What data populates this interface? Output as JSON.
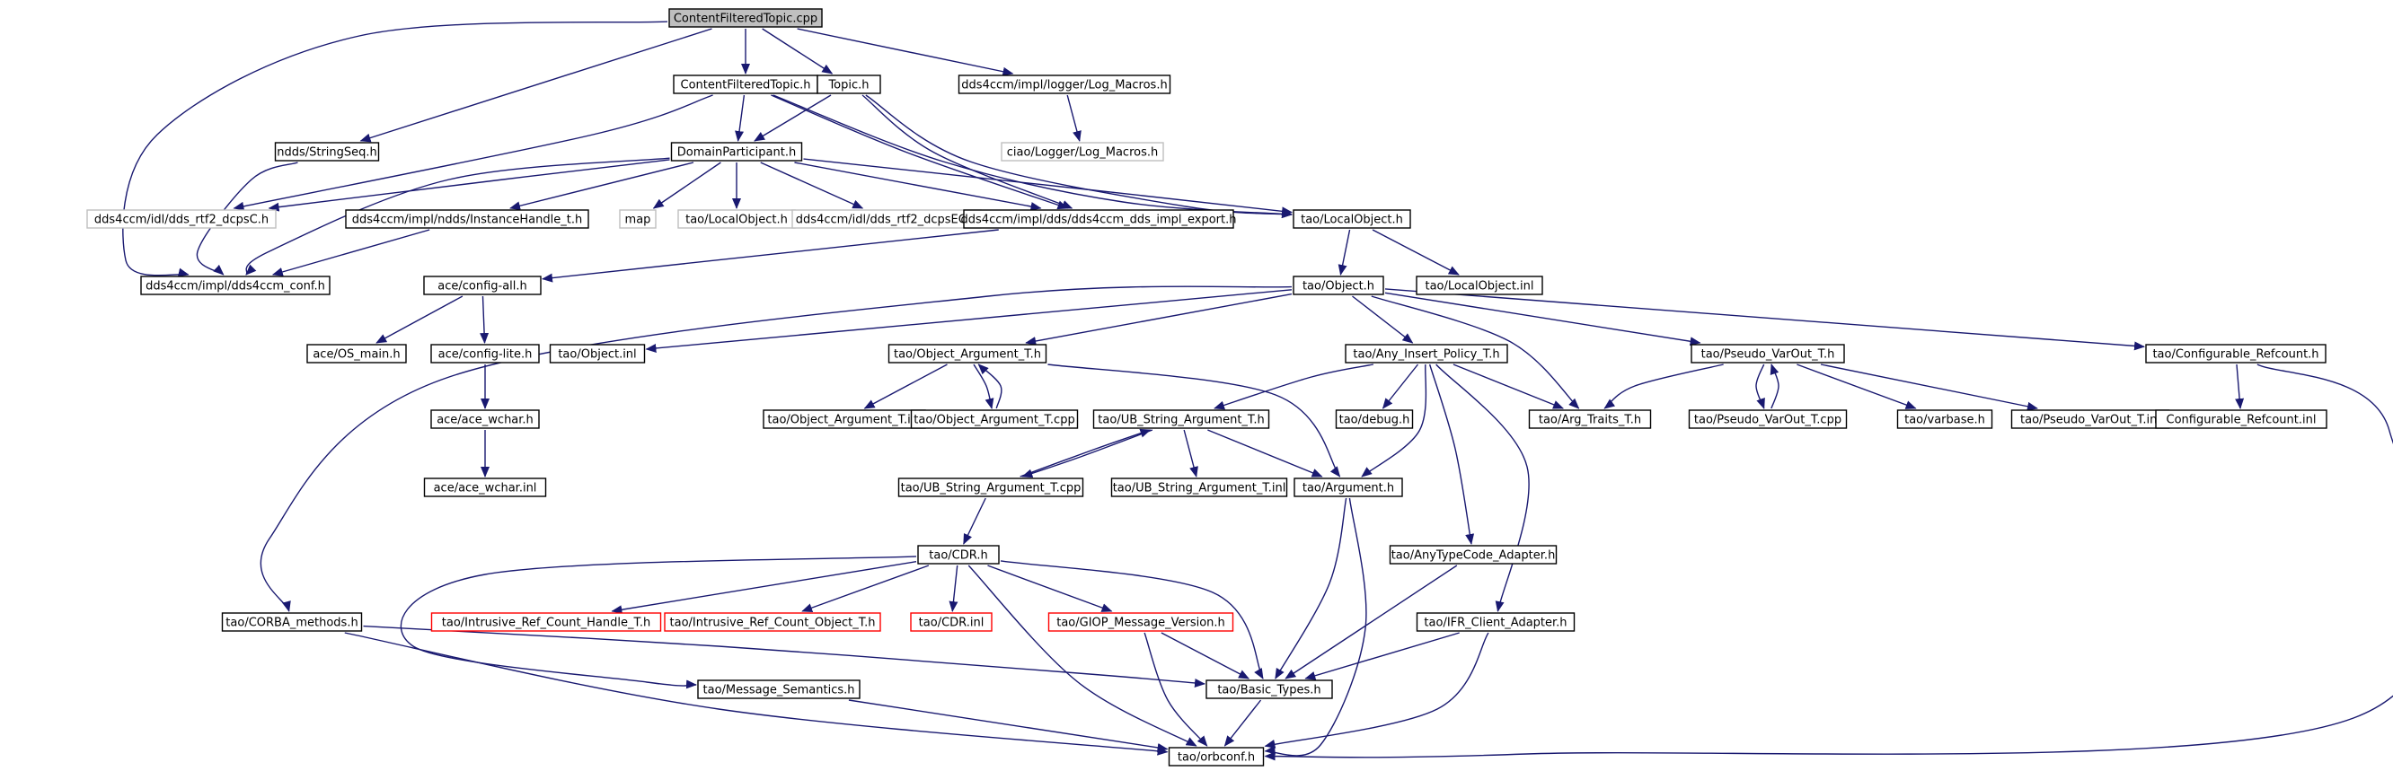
{
  "colors": {
    "edge": "#191970",
    "node_border": "#000000",
    "root_fill": "#bfbfbf",
    "node_fill": "#ffffff",
    "text": "#000000",
    "external_border": "#bfbfbf",
    "missing_border": "#ff0000"
  },
  "nodes": [
    {
      "id": "n_cft_cpp",
      "label": "ContentFilteredTopic.cpp",
      "style": "root"
    },
    {
      "id": "n_cft_h",
      "label": "ContentFilteredTopic.h",
      "style": "normal"
    },
    {
      "id": "n_topic_h",
      "label": "Topic.h",
      "style": "normal"
    },
    {
      "id": "n_log_macros",
      "label": "dds4ccm/impl/logger/Log_Macros.h",
      "style": "normal"
    },
    {
      "id": "n_stringseq",
      "label": "ndds/StringSeq.h",
      "style": "normal"
    },
    {
      "id": "n_dp_h",
      "label": "DomainParticipant.h",
      "style": "normal"
    },
    {
      "id": "n_ciao_log",
      "label": "ciao/Logger/Log_Macros.h",
      "style": "external"
    },
    {
      "id": "n_rtf2_dcpsc",
      "label": "dds4ccm/idl/dds_rtf2_dcpsC.h",
      "style": "external"
    },
    {
      "id": "n_instancehandle",
      "label": "dds4ccm/impl/ndds/InstanceHandle_t.h",
      "style": "normal"
    },
    {
      "id": "n_map",
      "label": "map",
      "style": "external"
    },
    {
      "id": "n_tao_localobj_ext",
      "label": "tao/LocalObject.h",
      "style": "external"
    },
    {
      "id": "n_rtf2_dcpsec",
      "label": "dds4ccm/idl/dds_rtf2_dcpsEC.h",
      "style": "external"
    },
    {
      "id": "n_dds_impl_export",
      "label": "dds4ccm/impl/dds/dds4ccm_dds_impl_export.h",
      "style": "normal"
    },
    {
      "id": "n_tao_localobj",
      "label": "tao/LocalObject.h",
      "style": "normal"
    },
    {
      "id": "n_dds4ccm_conf",
      "label": "dds4ccm/impl/dds4ccm_conf.h",
      "style": "normal"
    },
    {
      "id": "n_config_all",
      "label": "ace/config-all.h",
      "style": "normal"
    },
    {
      "id": "n_tao_object_h",
      "label": "tao/Object.h",
      "style": "normal"
    },
    {
      "id": "n_localobj_inl",
      "label": "tao/LocalObject.inl",
      "style": "normal"
    },
    {
      "id": "n_os_main",
      "label": "ace/OS_main.h",
      "style": "normal"
    },
    {
      "id": "n_config_lite",
      "label": "ace/config-lite.h",
      "style": "normal"
    },
    {
      "id": "n_object_inl",
      "label": "tao/Object.inl",
      "style": "normal"
    },
    {
      "id": "n_obj_arg_t_h",
      "label": "tao/Object_Argument_T.h",
      "style": "normal"
    },
    {
      "id": "n_any_insert",
      "label": "tao/Any_Insert_Policy_T.h",
      "style": "normal"
    },
    {
      "id": "n_pseudo_varout_h",
      "label": "tao/Pseudo_VarOut_T.h",
      "style": "normal"
    },
    {
      "id": "n_conf_refcount_h",
      "label": "tao/Configurable_Refcount.h",
      "style": "normal"
    },
    {
      "id": "n_ace_wchar_h",
      "label": "ace/ace_wchar.h",
      "style": "normal"
    },
    {
      "id": "n_obj_arg_t_inl",
      "label": "tao/Object_Argument_T.inl",
      "style": "normal"
    },
    {
      "id": "n_obj_arg_t_cpp",
      "label": "tao/Object_Argument_T.cpp",
      "style": "normal"
    },
    {
      "id": "n_ub_str_arg_h",
      "label": "tao/UB_String_Argument_T.h",
      "style": "normal"
    },
    {
      "id": "n_debug_h",
      "label": "tao/debug.h",
      "style": "normal"
    },
    {
      "id": "n_arg_traits",
      "label": "tao/Arg_Traits_T.h",
      "style": "normal"
    },
    {
      "id": "n_pseudo_varout_cpp",
      "label": "tao/Pseudo_VarOut_T.cpp",
      "style": "normal"
    },
    {
      "id": "n_varbase",
      "label": "tao/varbase.h",
      "style": "normal"
    },
    {
      "id": "n_pseudo_varout_inl",
      "label": "tao/Pseudo_VarOut_T.inl",
      "style": "normal"
    },
    {
      "id": "n_conf_refcount_inl",
      "label": "Configurable_Refcount.inl",
      "style": "normal"
    },
    {
      "id": "n_ace_wchar_inl",
      "label": "ace/ace_wchar.inl",
      "style": "normal"
    },
    {
      "id": "n_ub_str_arg_cpp",
      "label": "tao/UB_String_Argument_T.cpp",
      "style": "normal"
    },
    {
      "id": "n_ub_str_arg_inl",
      "label": "tao/UB_String_Argument_T.inl",
      "style": "normal"
    },
    {
      "id": "n_argument_h",
      "label": "tao/Argument.h",
      "style": "normal"
    },
    {
      "id": "n_cdr_h",
      "label": "tao/CDR.h",
      "style": "normal"
    },
    {
      "id": "n_anytypecode",
      "label": "tao/AnyTypeCode_Adapter.h",
      "style": "normal"
    },
    {
      "id": "n_corba_methods",
      "label": "tao/CORBA_methods.h",
      "style": "normal"
    },
    {
      "id": "n_intrusive_handle",
      "label": "tao/Intrusive_Ref_Count_Handle_T.h",
      "style": "missing"
    },
    {
      "id": "n_intrusive_object",
      "label": "tao/Intrusive_Ref_Count_Object_T.h",
      "style": "missing"
    },
    {
      "id": "n_cdr_inl",
      "label": "tao/CDR.inl",
      "style": "missing"
    },
    {
      "id": "n_giop_version",
      "label": "tao/GIOP_Message_Version.h",
      "style": "missing"
    },
    {
      "id": "n_ifr_client",
      "label": "tao/IFR_Client_Adapter.h",
      "style": "normal"
    },
    {
      "id": "n_msg_semantics",
      "label": "tao/Message_Semantics.h",
      "style": "normal"
    },
    {
      "id": "n_basic_types",
      "label": "tao/Basic_Types.h",
      "style": "normal"
    },
    {
      "id": "n_orbconf",
      "label": "tao/orbconf.h",
      "style": "normal"
    }
  ]
}
